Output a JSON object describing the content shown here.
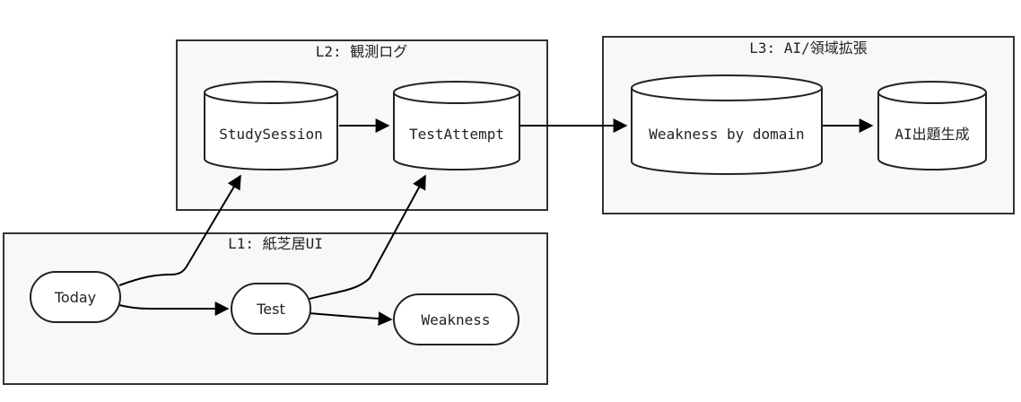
{
  "clusters": {
    "l2": {
      "title": "L2: 観測ログ"
    },
    "l3": {
      "title": "L3: AI/領域拡張"
    },
    "l1": {
      "title": "L1: 紙芝居UI"
    }
  },
  "nodes": {
    "study_session": "StudySession",
    "test_attempt": "TestAttempt",
    "weakness_by_domain": "Weakness by domain",
    "ai_generation": "AI出題生成",
    "today": "Today",
    "test": "Test",
    "weakness": "Weakness"
  },
  "edges": [
    {
      "from": "study_session",
      "to": "test_attempt"
    },
    {
      "from": "test_attempt",
      "to": "weakness_by_domain"
    },
    {
      "from": "weakness_by_domain",
      "to": "ai_generation"
    },
    {
      "from": "today",
      "to": "study_session"
    },
    {
      "from": "today",
      "to": "test"
    },
    {
      "from": "test",
      "to": "test_attempt"
    },
    {
      "from": "test",
      "to": "weakness"
    }
  ]
}
